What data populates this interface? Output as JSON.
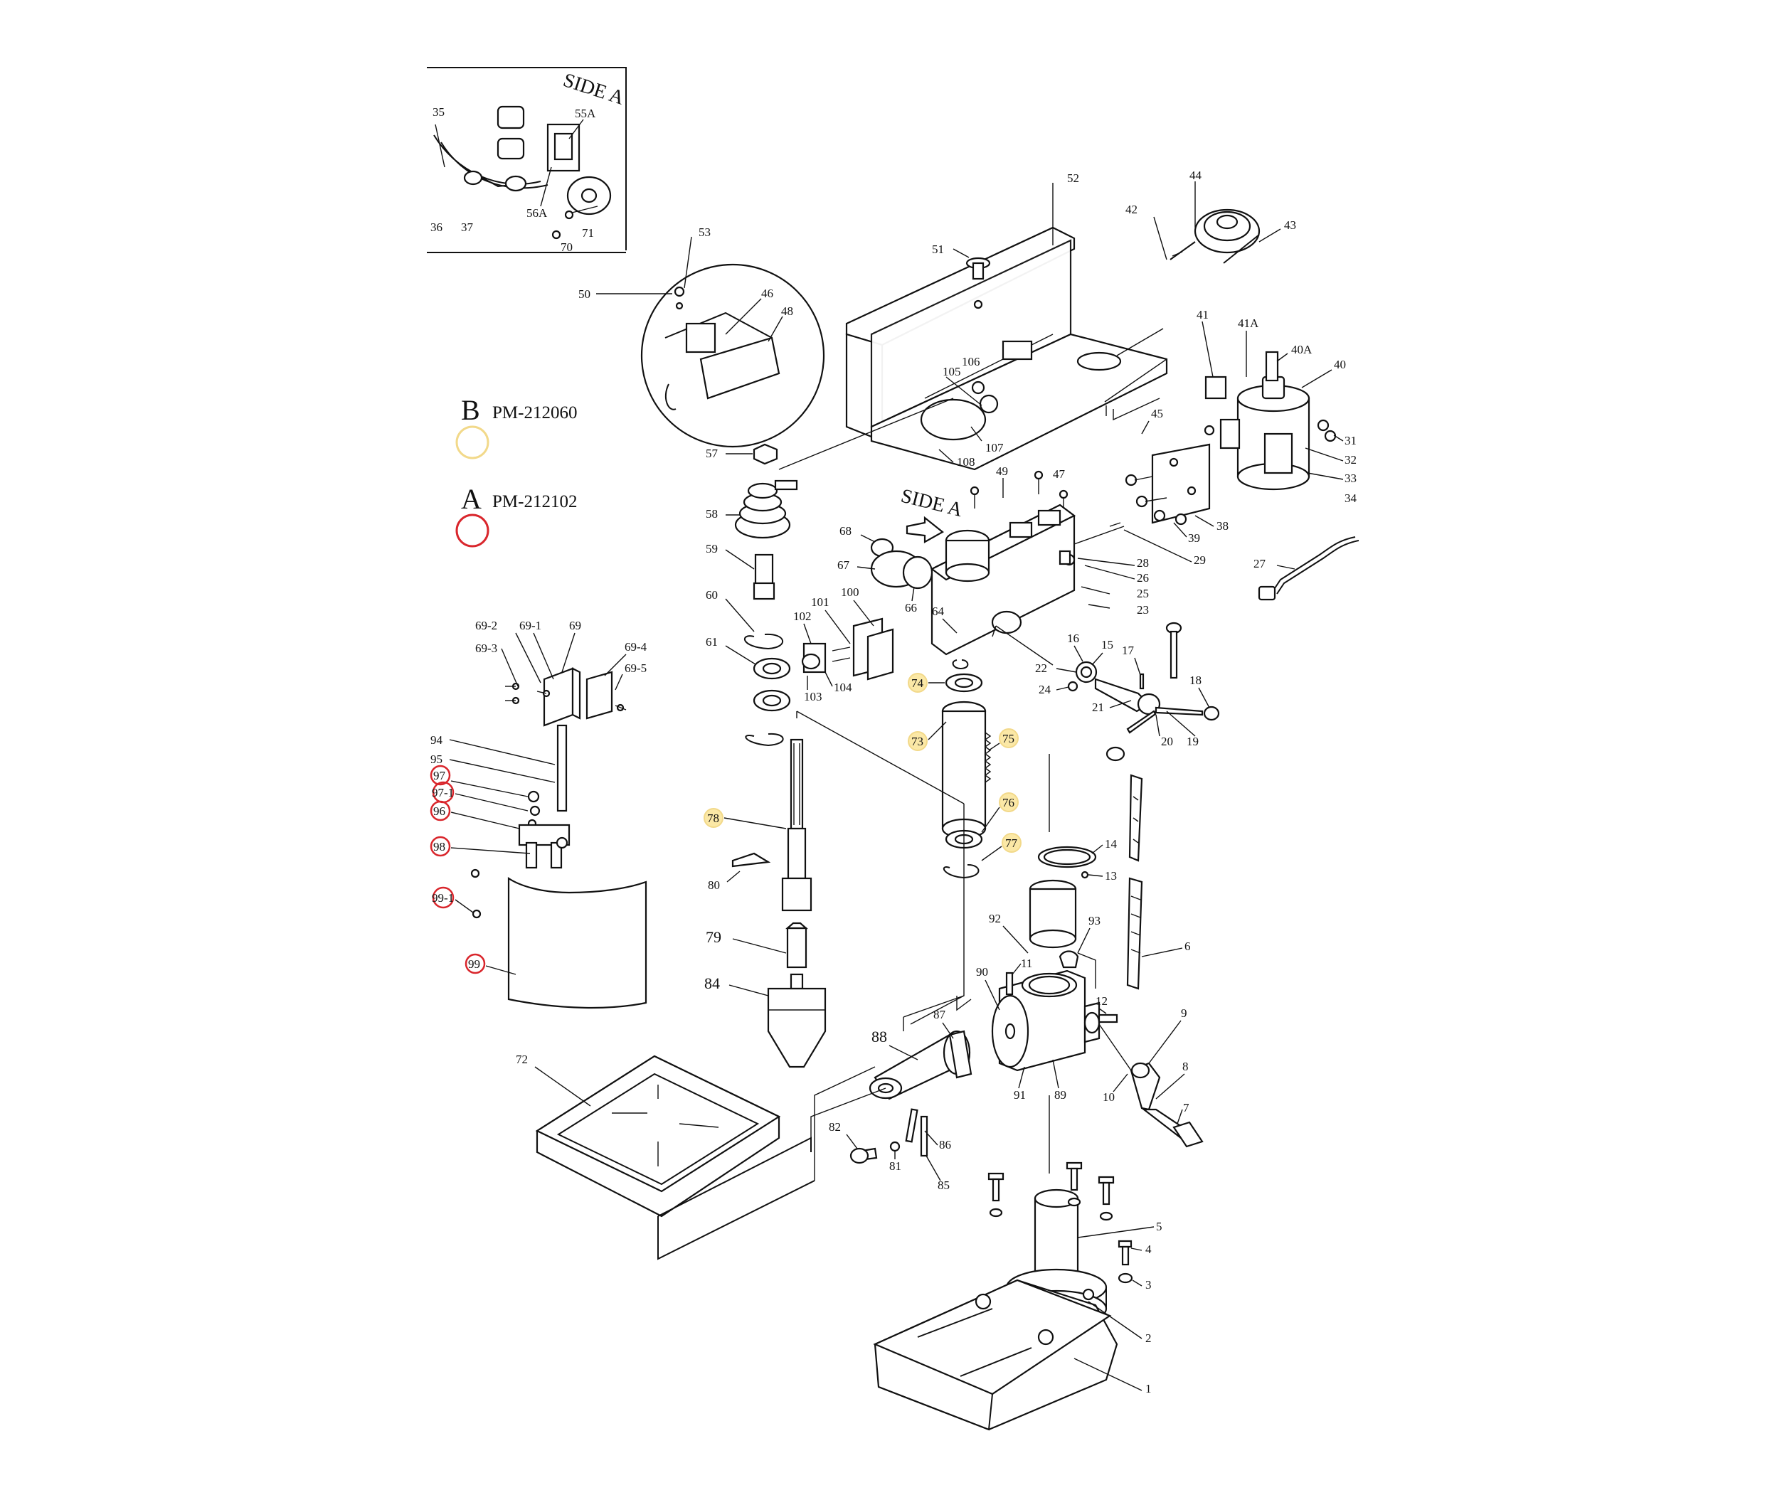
{
  "legend": {
    "b": {
      "letter": "B",
      "code": "PM-212060",
      "color": "#f2d98a"
    },
    "a": {
      "letter": "A",
      "code": "PM-212102",
      "color": "#d9262c"
    }
  },
  "side_label": "SIDE A",
  "parts": {
    "p1": "1",
    "p2": "2",
    "p3": "3",
    "p4": "4",
    "p5": "5",
    "p6": "6",
    "p7": "7",
    "p8": "8",
    "p9": "9",
    "p10": "10",
    "p11": "11",
    "p12": "12",
    "p13": "13",
    "p14": "14",
    "p15": "15",
    "p16": "16",
    "p17": "17",
    "p18": "18",
    "p19": "19",
    "p20": "20",
    "p21": "21",
    "p22": "22",
    "p23": "23",
    "p24": "24",
    "p25": "25",
    "p26": "26",
    "p27": "27",
    "p28": "28",
    "p29": "29",
    "p31": "31",
    "p32": "32",
    "p33": "33",
    "p34": "34",
    "p35": "35",
    "p36": "36",
    "p37": "37",
    "p38": "38",
    "p39": "39",
    "p40": "40",
    "p40A": "40A",
    "p41": "41",
    "p41A": "41A",
    "p42": "42",
    "p43": "43",
    "p44": "44",
    "p45": "45",
    "p46": "46",
    "p47": "47",
    "p48": "48",
    "p49": "49",
    "p50": "50",
    "p51": "51",
    "p52": "52",
    "p53": "53",
    "p55A": "55A",
    "p56A": "56A",
    "p57": "57",
    "p58": "58",
    "p59": "59",
    "p60": "60",
    "p61": "61",
    "p64": "64",
    "p66": "66",
    "p67": "67",
    "p68": "68",
    "p69": "69",
    "p69_1": "69-1",
    "p69_2": "69-2",
    "p69_3": "69-3",
    "p69_4": "69-4",
    "p69_5": "69-5",
    "p70": "70",
    "p71": "71",
    "p72": "72",
    "p73": "73",
    "p74": "74",
    "p75": "75",
    "p76": "76",
    "p77": "77",
    "p78": "78",
    "p79": "79",
    "p80": "80",
    "p81": "81",
    "p82": "82",
    "p84": "84",
    "p85": "85",
    "p86": "86",
    "p87": "87",
    "p88": "88",
    "p89": "89",
    "p90": "90",
    "p91": "91",
    "p92": "92",
    "p93": "93",
    "p94": "94",
    "p95": "95",
    "p96": "96",
    "p97": "97",
    "p97_1": "97-1",
    "p98": "98",
    "p99": "99",
    "p99_1": "99-1",
    "p100": "100",
    "p101": "101",
    "p102": "102",
    "p103": "103",
    "p104": "104",
    "p105": "105",
    "p106": "106",
    "p107": "107",
    "p108": "108"
  }
}
